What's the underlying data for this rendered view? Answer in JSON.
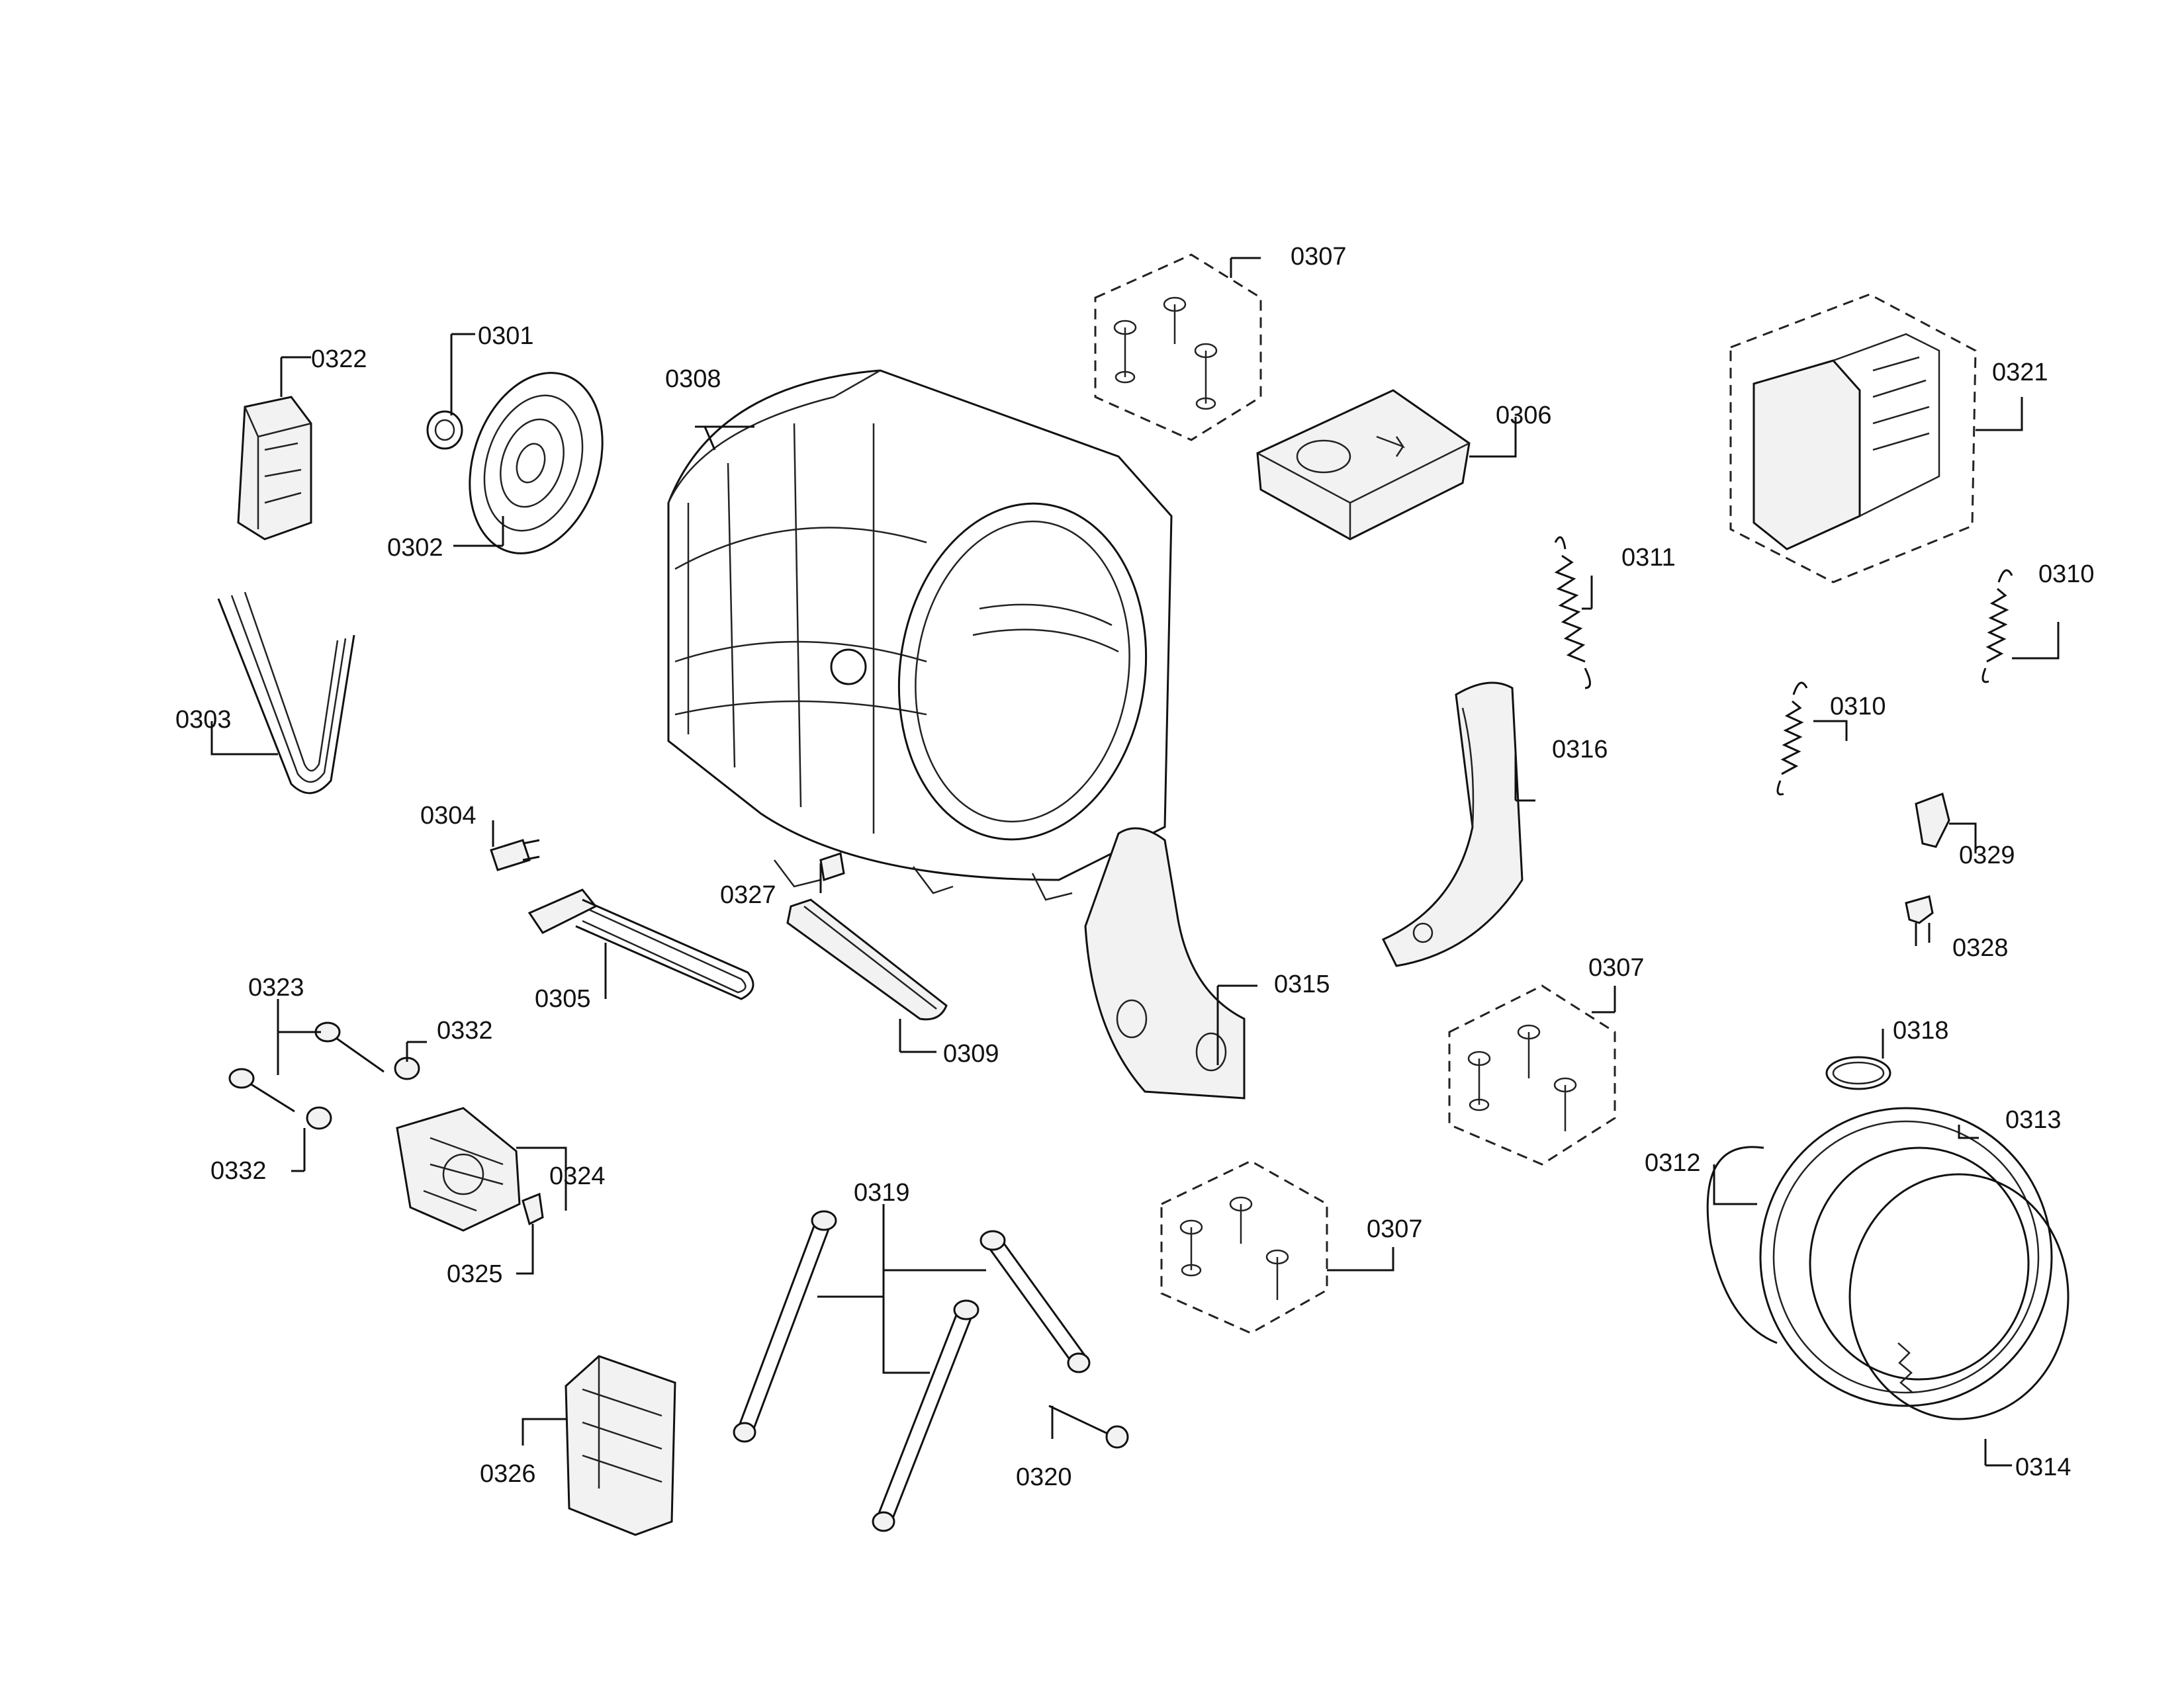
{
  "diagram": {
    "title": "",
    "labels": {
      "p0301": "0301",
      "p0302": "0302",
      "p0303": "0303",
      "p0304": "0304",
      "p0305": "0305",
      "p0306": "0306",
      "p0307a": "0307",
      "p0307b": "0307",
      "p0307c": "0307",
      "p0308": "0308",
      "p0309": "0309",
      "p0310a": "0310",
      "p0310b": "0310",
      "p0311": "0311",
      "p0312": "0312",
      "p0313": "0313",
      "p0314": "0314",
      "p0315": "0315",
      "p0316": "0316",
      "p0318": "0318",
      "p0319": "0319",
      "p0320": "0320",
      "p0321": "0321",
      "p0322": "0322",
      "p0323": "0323",
      "p0324": "0324",
      "p0325": "0325",
      "p0326": "0326",
      "p0327": "0327",
      "p0328": "0328",
      "p0329": "0329",
      "p0332a": "0332",
      "p0332b": "0332"
    }
  }
}
